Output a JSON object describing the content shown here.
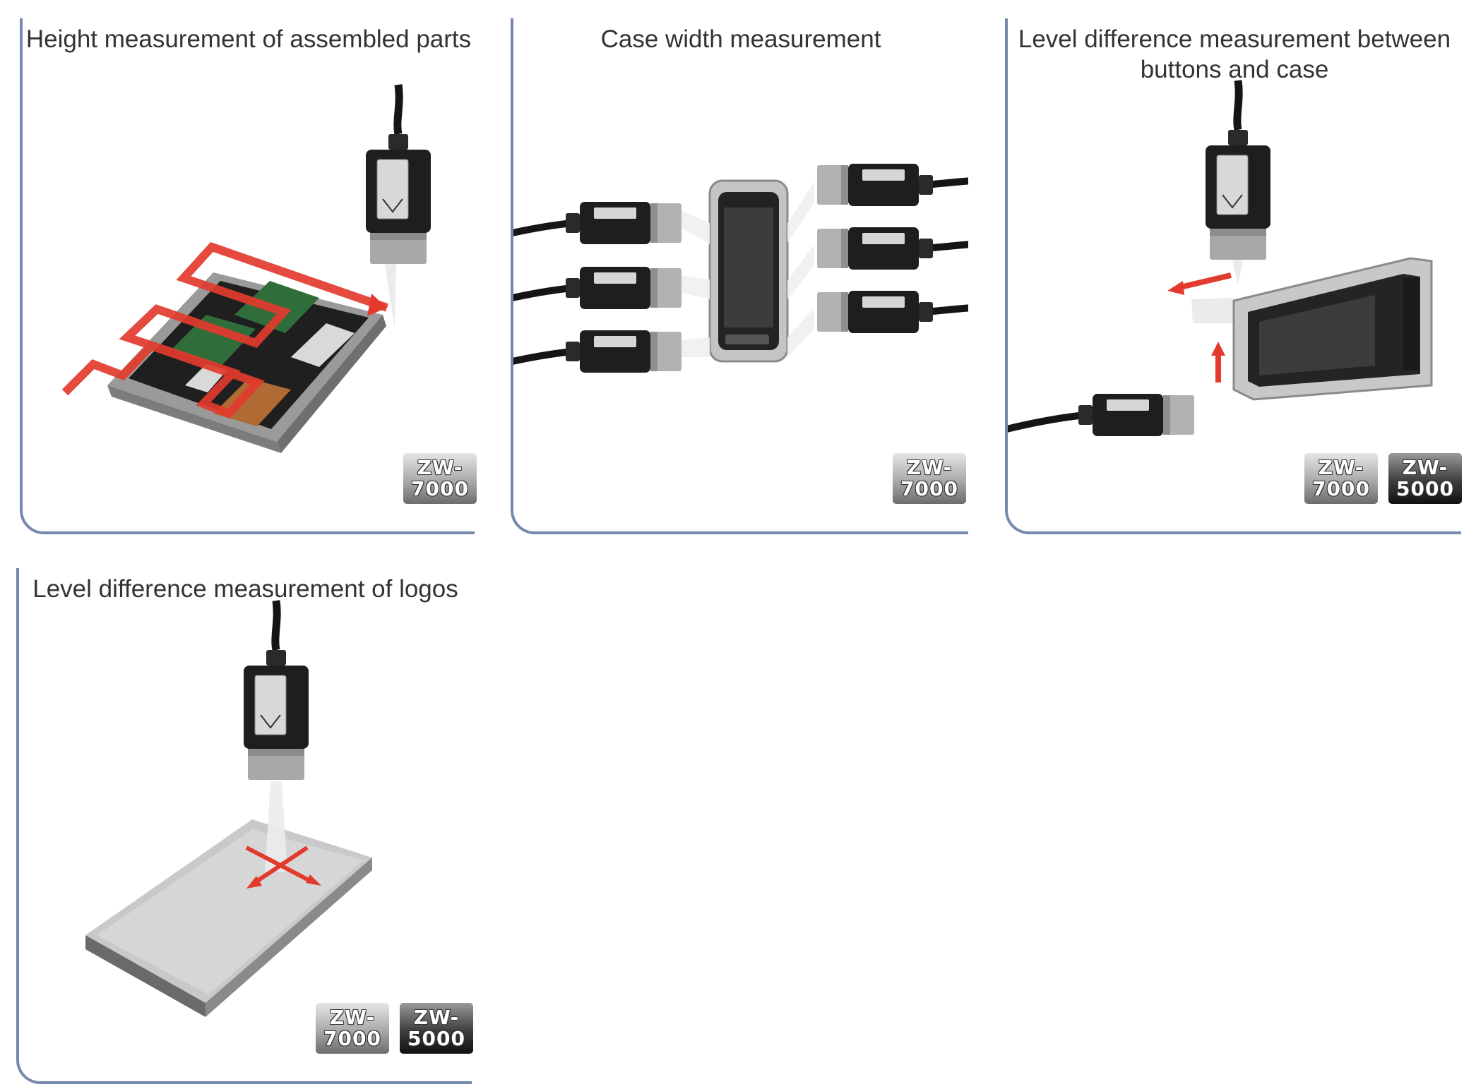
{
  "panels": [
    {
      "title": "Height measurement of assembled parts",
      "badges": [
        {
          "line1": "ZW-",
          "line2": "7000"
        }
      ]
    },
    {
      "title": "Case width measurement",
      "badges": [
        {
          "line1": "ZW-",
          "line2": "7000"
        }
      ]
    },
    {
      "title": "Level difference measurement between buttons and case",
      "badges": [
        {
          "line1": "ZW-",
          "line2": "7000"
        },
        {
          "line1": "ZW-",
          "line2": "5000"
        }
      ]
    },
    {
      "title": "Level difference measurement of logos",
      "badges": [
        {
          "line1": "ZW-",
          "line2": "7000"
        },
        {
          "line1": "ZW-",
          "line2": "5000"
        }
      ]
    }
  ],
  "colors": {
    "frame": "#7588ad",
    "scan_path": "#e23b2e",
    "sensor": "#1e1e1e"
  }
}
